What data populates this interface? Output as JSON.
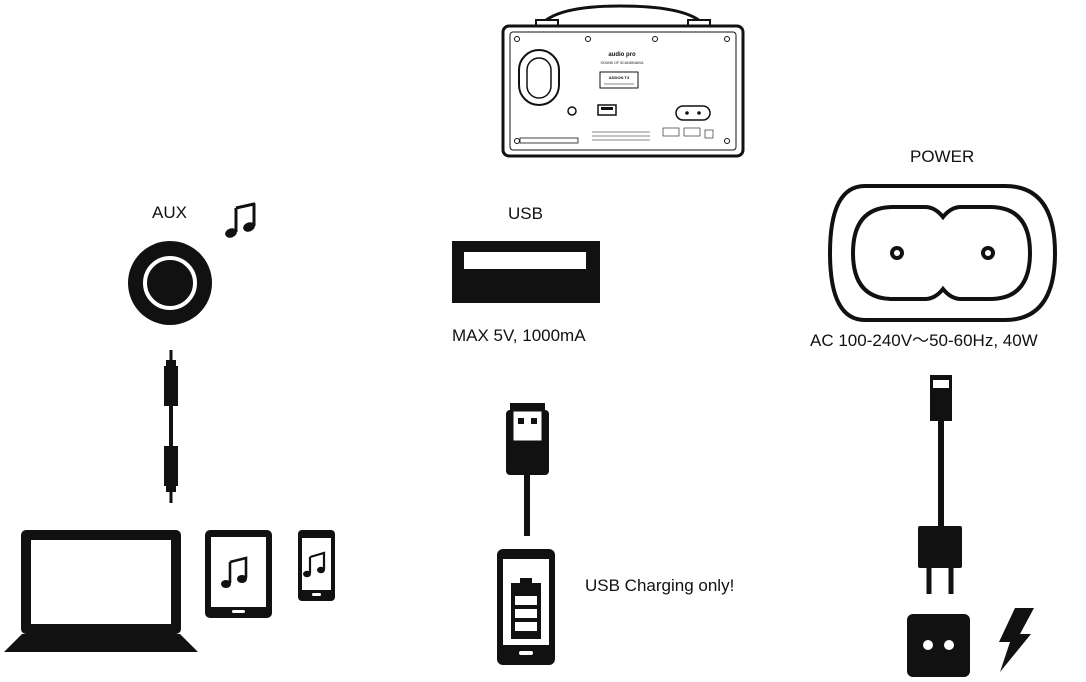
{
  "device": {
    "brand": "audio pro",
    "tagline": "SOUND OF SCANDINAVIA",
    "model": "ADDON T3"
  },
  "aux": {
    "label": "AUX"
  },
  "usb": {
    "label": "USB",
    "spec": "MAX 5V, 1000mA",
    "note": "USB Charging only!"
  },
  "power": {
    "label": "POWER",
    "spec": "AC 100-240V〜50-60Hz, 40W"
  },
  "icons": [
    "music-note-icon",
    "laptop-icon",
    "tablet-icon",
    "phone-icon",
    "battery-icon",
    "lightning-icon",
    "wall-socket-icon"
  ],
  "colors": {
    "ink": "#111111",
    "background": "#ffffff"
  }
}
